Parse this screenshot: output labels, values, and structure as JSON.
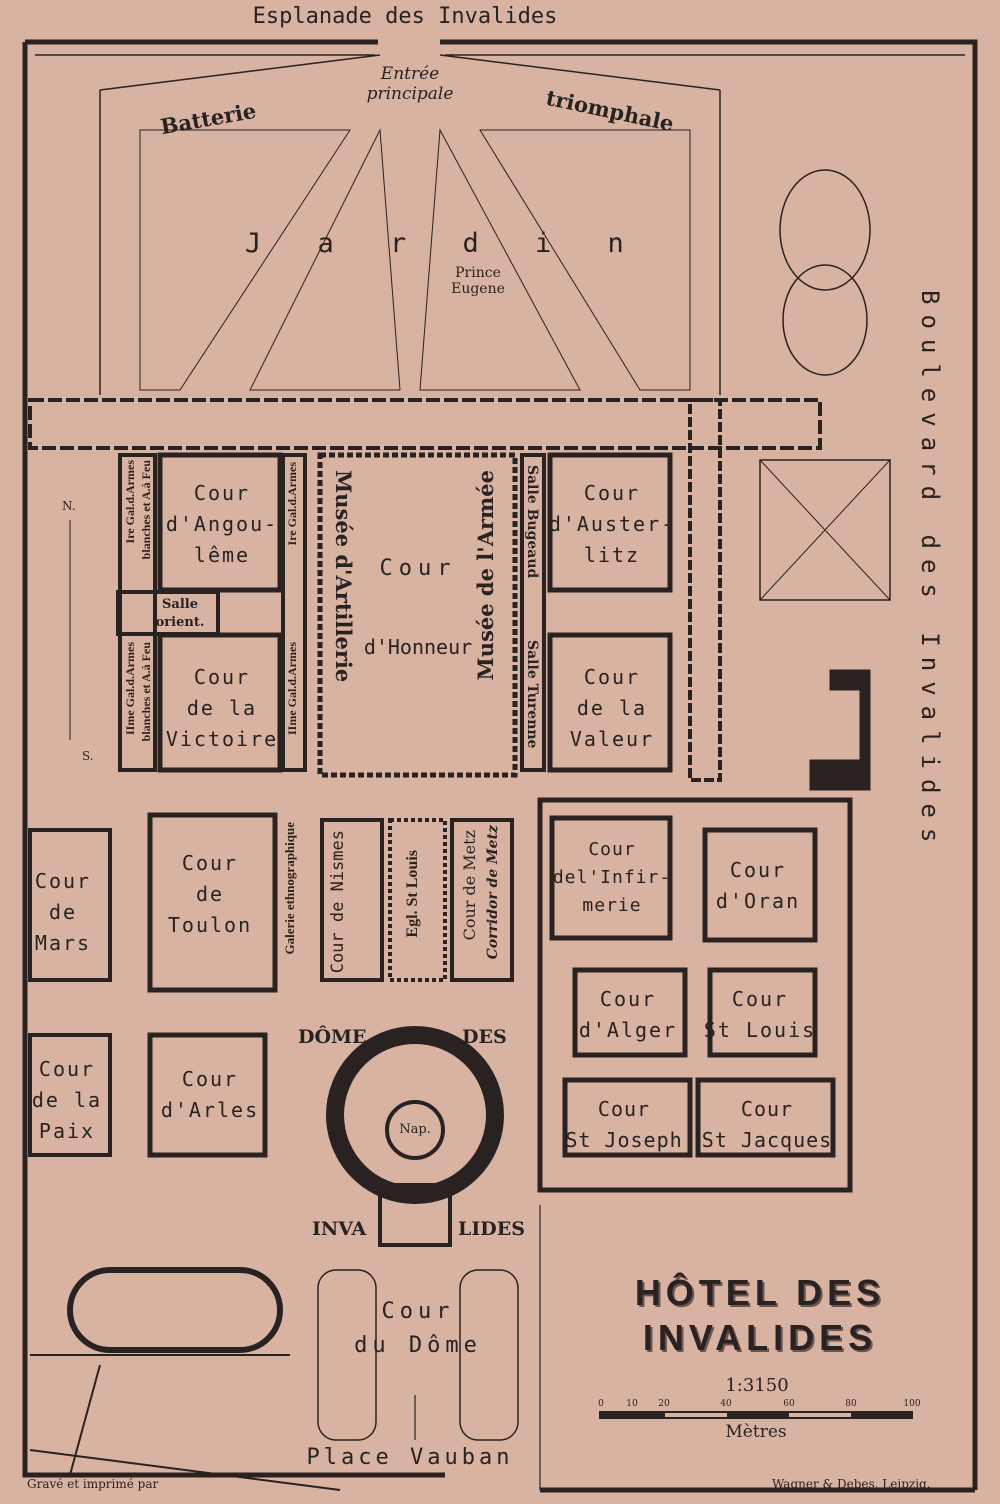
{
  "map": {
    "title_line1": "HÔTEL DES",
    "title_line2": "INVALIDES",
    "scale_ratio": "1:3150",
    "scale_ticks": [
      "0",
      "10",
      "20",
      "40",
      "60",
      "80",
      "100"
    ],
    "scale_unit": "Mètres",
    "credit_left": "Gravé et imprimé par",
    "credit_right": "Wagner & Debes, Leipzig.",
    "compass": {
      "north": "N.",
      "south": "S."
    }
  },
  "streets": {
    "top": "Esplanade des Invalides",
    "right": "Boulevard des Invalides",
    "bottom": "Place Vauban"
  },
  "labels": {
    "entree_1": "Entrée",
    "entree_2": "principale",
    "batterie": "Batterie",
    "triomphale": "triomphale",
    "jardin": "J a r d i n",
    "prince_1": "Prince",
    "prince_2": "Eugene",
    "cour_angouleme": "Cour\nd'Angou-\nlême",
    "cour_victoire": "Cour\nde la\nVictoire",
    "cour_honneur_1": "Cour",
    "cour_honneur_2": "d'Honneur",
    "musee_artillerie": "Musée d'Artillerie",
    "musee_armee": "Musée de l'Armée",
    "salle_bugeaud": "Salle Bugeaud",
    "salle_turenne": "Salle Turenne",
    "cour_austerlitz": "Cour\nd'Auster-\nlitz",
    "cour_valeur": "Cour\nde la\nValeur",
    "gal_1": "Ire Gal.d.Armes",
    "gal_1b": "blanches et A.à Feu",
    "gal_2": "Ire Gal.d.Armes",
    "gal_3": "IIme Gal.d.Armes",
    "gal_3b": "blanches et A.à Feu",
    "gal_4": "IIme Gal.d.Armes",
    "salle_orient_1": "Salle",
    "salle_orient_2": "orient.",
    "cour_mars": "Cour\nde\nMars",
    "cour_toulon": "Cour\nde\nToulon",
    "galerie_ethno": "Galerie ethnographique",
    "cour_nismes": "Cour de Nismes",
    "egl_st_louis": "Egl. St Louis",
    "cour_metz": "Cour de Metz",
    "corridor_metz": "Corridor de Metz",
    "cour_infirmerie": "Cour\ndel'Infir-\nmerie",
    "cour_oran": "Cour\nd'Oran",
    "cour_alger": "Cour\nd'Alger",
    "cour_st_louis": "Cour\nSt Louis",
    "cour_paix": "Cour\nde la\nPaix",
    "cour_arles": "Cour\nd'Arles",
    "cour_st_joseph": "Cour\nSt Joseph",
    "cour_st_jacques": "Cour\nSt Jacques",
    "dome": "DÔME",
    "des": "DES",
    "inva": "INVA",
    "lides": "LIDES",
    "nap": "Nap.",
    "cour_dome": "Cour\ndu Dôme"
  },
  "colors": {
    "paper": "#d8b3a2",
    "ink": "#2a2220"
  }
}
